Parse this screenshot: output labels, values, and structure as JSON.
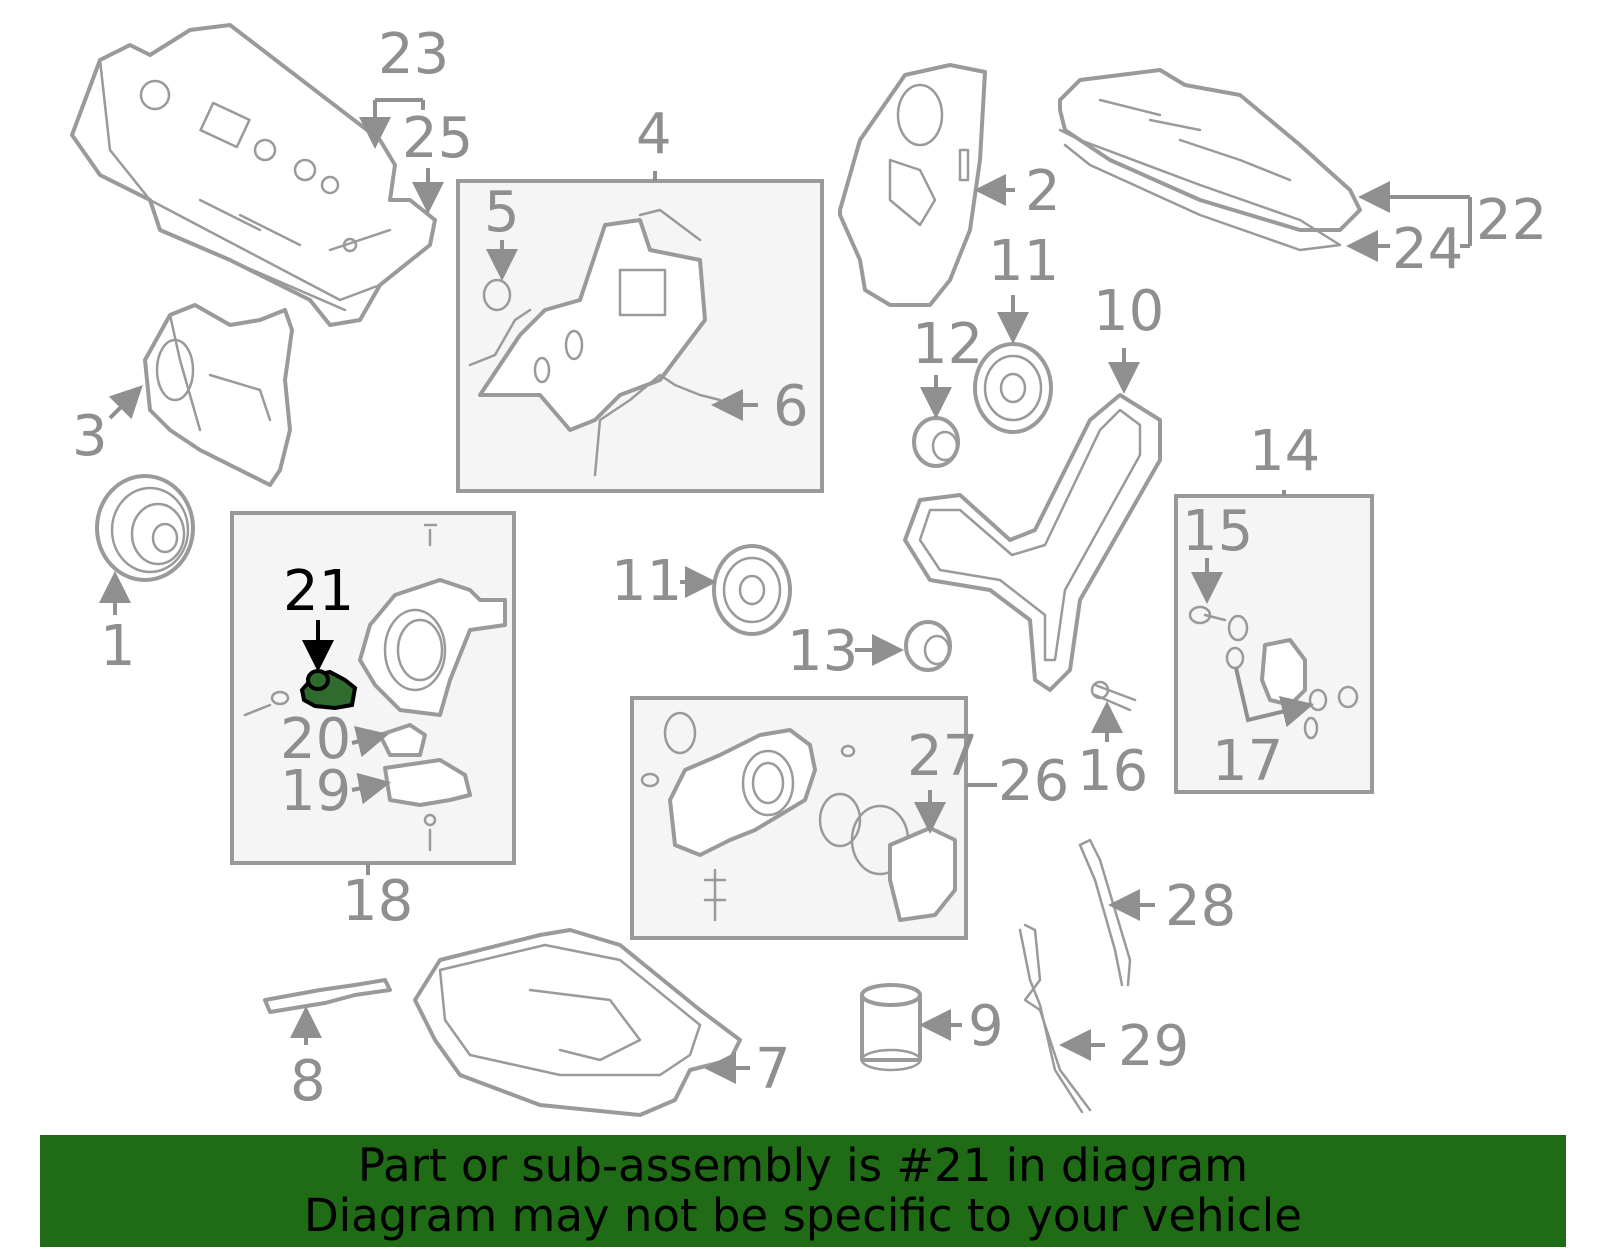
{
  "highlight": {
    "part_number": "21",
    "color": "#2f6b2f"
  },
  "banner": {
    "line1": "Part or sub-assembly is #21 in diagram",
    "line2": "Diagram may not be specific to your vehicle",
    "background": "#1f6b16"
  },
  "callouts": {
    "c1": "1",
    "c2": "2",
    "c3": "3",
    "c4": "4",
    "c5": "5",
    "c6": "6",
    "c7": "7",
    "c8": "8",
    "c9": "9",
    "c10": "10",
    "c11a": "11",
    "c11b": "11",
    "c12": "12",
    "c13": "13",
    "c14": "14",
    "c15": "15",
    "c16": "16",
    "c17": "17",
    "c18": "18",
    "c19": "19",
    "c20": "20",
    "c21": "21",
    "c22": "22",
    "c23": "23",
    "c24": "24",
    "c25": "25",
    "c26": "26",
    "c27": "27",
    "c28": "28",
    "c29": "29"
  }
}
